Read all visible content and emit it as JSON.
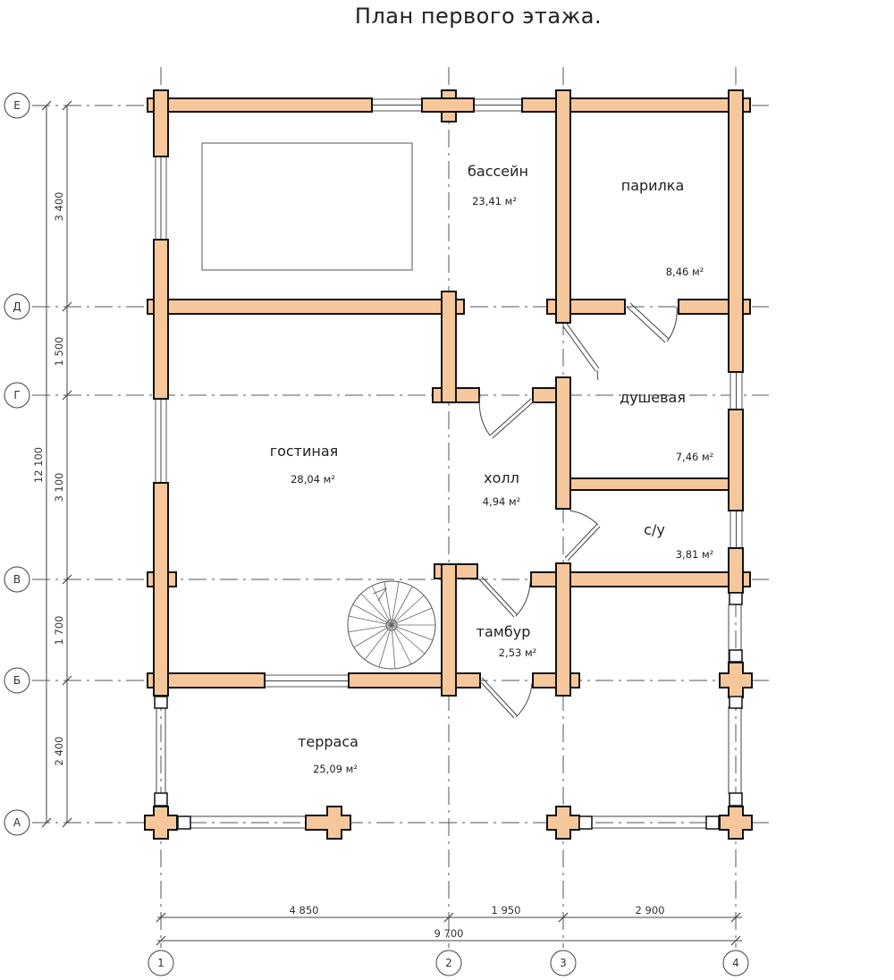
{
  "title": "План первого этажа.",
  "rows": [
    {
      "label": "Е"
    },
    {
      "label": "Д"
    },
    {
      "label": "Г"
    },
    {
      "label": "В"
    },
    {
      "label": "Б"
    },
    {
      "label": "А"
    }
  ],
  "columns": [
    {
      "label": "1"
    },
    {
      "label": "2"
    },
    {
      "label": "3"
    },
    {
      "label": "4"
    }
  ],
  "dims_vertical": [
    "3 400",
    "1 500",
    "3 100",
    "1 700",
    "2 400"
  ],
  "dim_vertical_total": "12 100",
  "dims_horizontal": [
    "4 850",
    "1 950",
    "2 900"
  ],
  "dim_horizontal_total": "9 700",
  "rooms": [
    {
      "name": "бассейн",
      "area": "23,41 м²"
    },
    {
      "name": "парилка",
      "area": "8,46 м²"
    },
    {
      "name": "душевая",
      "area": "7,46 м²"
    },
    {
      "name": "гостиная",
      "area": "28,04 м²"
    },
    {
      "name": "холл",
      "area": "4,94 м²"
    },
    {
      "name": "с/у",
      "area": "3,81 м²"
    },
    {
      "name": "тамбур",
      "area": "2,53 м²"
    },
    {
      "name": "терраса",
      "area": "25,09 м²"
    }
  ]
}
